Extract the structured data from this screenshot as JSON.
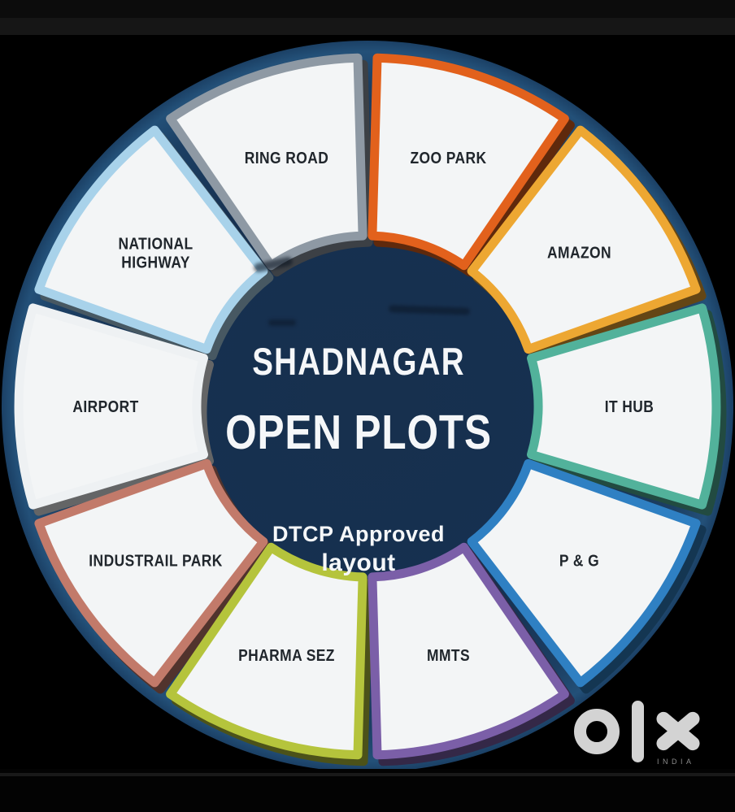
{
  "wheel": {
    "center_title_line1": "SHADNAGAR",
    "center_title_line2": "OPEN PLOTS",
    "center_subtitle_line1": "DTCP Approved",
    "center_subtitle_line2": "layout",
    "hub_color": "#17304e",
    "rim_color": "#1c3f63",
    "wedge_fill_color": "#f3f5f6",
    "wedge_label_color": "#20262c",
    "segments": [
      {
        "label": "ZOO PARK",
        "color": "#e2611c"
      },
      {
        "label": "AMAZON",
        "color": "#eda732"
      },
      {
        "label": "IT HUB",
        "color": "#52b29b"
      },
      {
        "label": "P & G",
        "color": "#2f80c3"
      },
      {
        "label": "MMTS",
        "color": "#7b5fa8"
      },
      {
        "label": "PHARMA SEZ",
        "color": "#b5c43c"
      },
      {
        "label": "INDUSTRAIL PARK",
        "color": "#c27a6a"
      },
      {
        "label": "AIRPORT",
        "color": "#eef1f3"
      },
      {
        "label": "NATIONAL\nHIGHWAY",
        "color": "#a8d2ea"
      },
      {
        "label": "RING ROAD",
        "color": "#8e99a4"
      }
    ]
  },
  "logo": {
    "brand": "OLX",
    "region": "INDIA"
  }
}
